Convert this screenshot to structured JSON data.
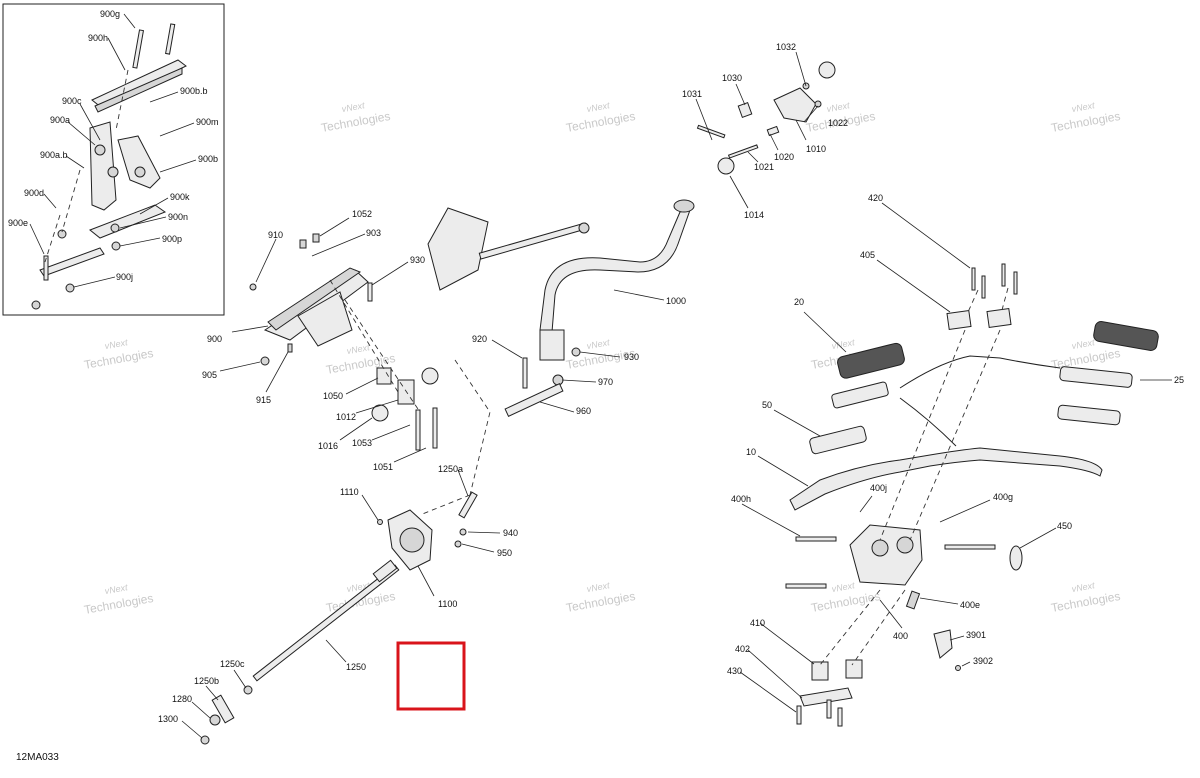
{
  "figure_code": "12MA033",
  "watermark": {
    "line1": "vNext",
    "line2": "Technologies"
  },
  "highlight_color": "#d9141b",
  "labels": {
    "l900g": "900g",
    "l900h": "900h",
    "l900bb": "900b.b",
    "l900c": "900c",
    "l900a": "900a",
    "l900m": "900m",
    "l900ab": "900a.b",
    "l900b": "900b",
    "l900d": "900d",
    "l900k": "900k",
    "l900n": "900n",
    "l900e": "900e",
    "l900p": "900p",
    "l900j": "900j",
    "l910": "910",
    "l1052": "1052",
    "l903": "903",
    "l930": "930",
    "l900": "900",
    "l905": "905",
    "l915": "915",
    "l1050": "1050",
    "l1012": "1012",
    "l1016": "1016",
    "l1053": "1053",
    "l1051": "1051",
    "l1250a": "1250a",
    "l920": "920",
    "l930b": "930",
    "l970": "970",
    "l960": "960",
    "l1000": "1000",
    "l1031": "1031",
    "l1030": "1030",
    "l1032": "1032",
    "l1022": "1022",
    "l1010": "1010",
    "l1020": "1020",
    "l1021": "1021",
    "l1014": "1014",
    "l1110": "1110",
    "l940": "940",
    "l950": "950",
    "l1100": "1100",
    "l1250": "1250",
    "l1250c": "1250c",
    "l1250b": "1250b",
    "l1280": "1280",
    "l1300": "1300",
    "l420": "420",
    "l405": "405",
    "l20": "20",
    "l25": "25",
    "l50": "50",
    "l10": "10",
    "l400j": "400j",
    "l400h": "400h",
    "l400g": "400g",
    "l450": "450",
    "l400e": "400e",
    "l400": "400",
    "l3901": "3901",
    "l3902": "3902",
    "l410": "410",
    "l402": "402",
    "l430": "430"
  }
}
